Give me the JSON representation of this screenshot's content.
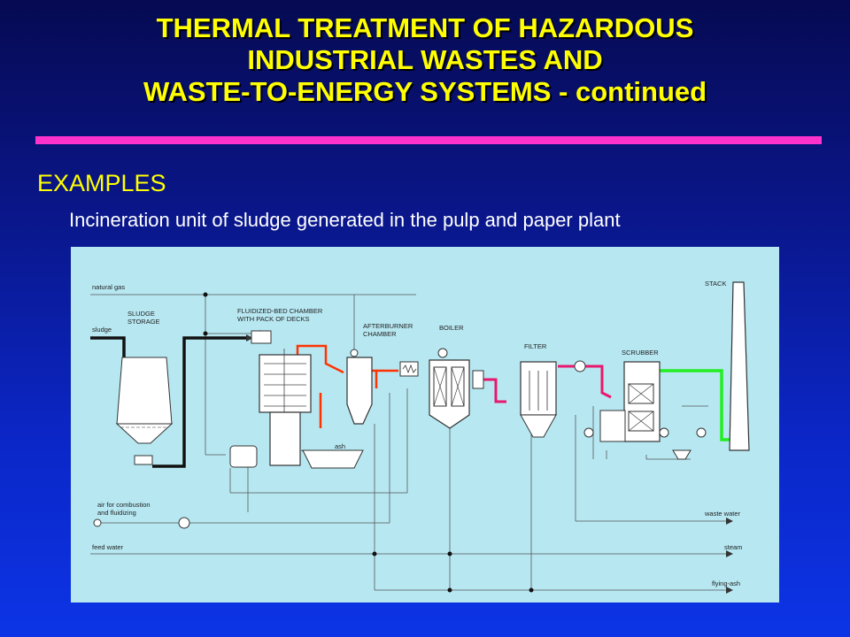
{
  "title": {
    "line1": "THERMAL TREATMENT OF HAZARDOUS",
    "line2": "INDUSTRIAL WASTES AND",
    "line3": "WASTE-TO-ENERGY SYSTEMS - continued"
  },
  "section_label": "EXAMPLES",
  "subtitle": "Incineration unit of sludge generated in the pulp and paper plant",
  "diagram": {
    "labels": {
      "natural_gas": "natural gas",
      "sludge": "sludge",
      "sludge_storage_1": "SLUDGE",
      "sludge_storage_2": "STORAGE",
      "fbc_1": "FLUIDIZED-BED CHAMBER",
      "fbc_2": "WITH PACK OF DECKS",
      "afterburner_1": "AFTERBURNER",
      "afterburner_2": "CHAMBER",
      "boiler": "BOILER",
      "filter": "FILTER",
      "scrubber": "SCRUBBER",
      "stack": "STACK",
      "ash": "ash",
      "air_1": "air for combustion",
      "air_2": "and fluidizing",
      "feed_water": "feed water",
      "waste_water": "waste water",
      "steam": "steam",
      "flying_ash": "flying-ash"
    },
    "colors": {
      "background": "#b7e8f2",
      "hot_gas_line": "#ff3300",
      "flue_gas_line": "#e8186e",
      "clean_gas_line": "#22ee22",
      "sludge_line": "#111111"
    }
  }
}
